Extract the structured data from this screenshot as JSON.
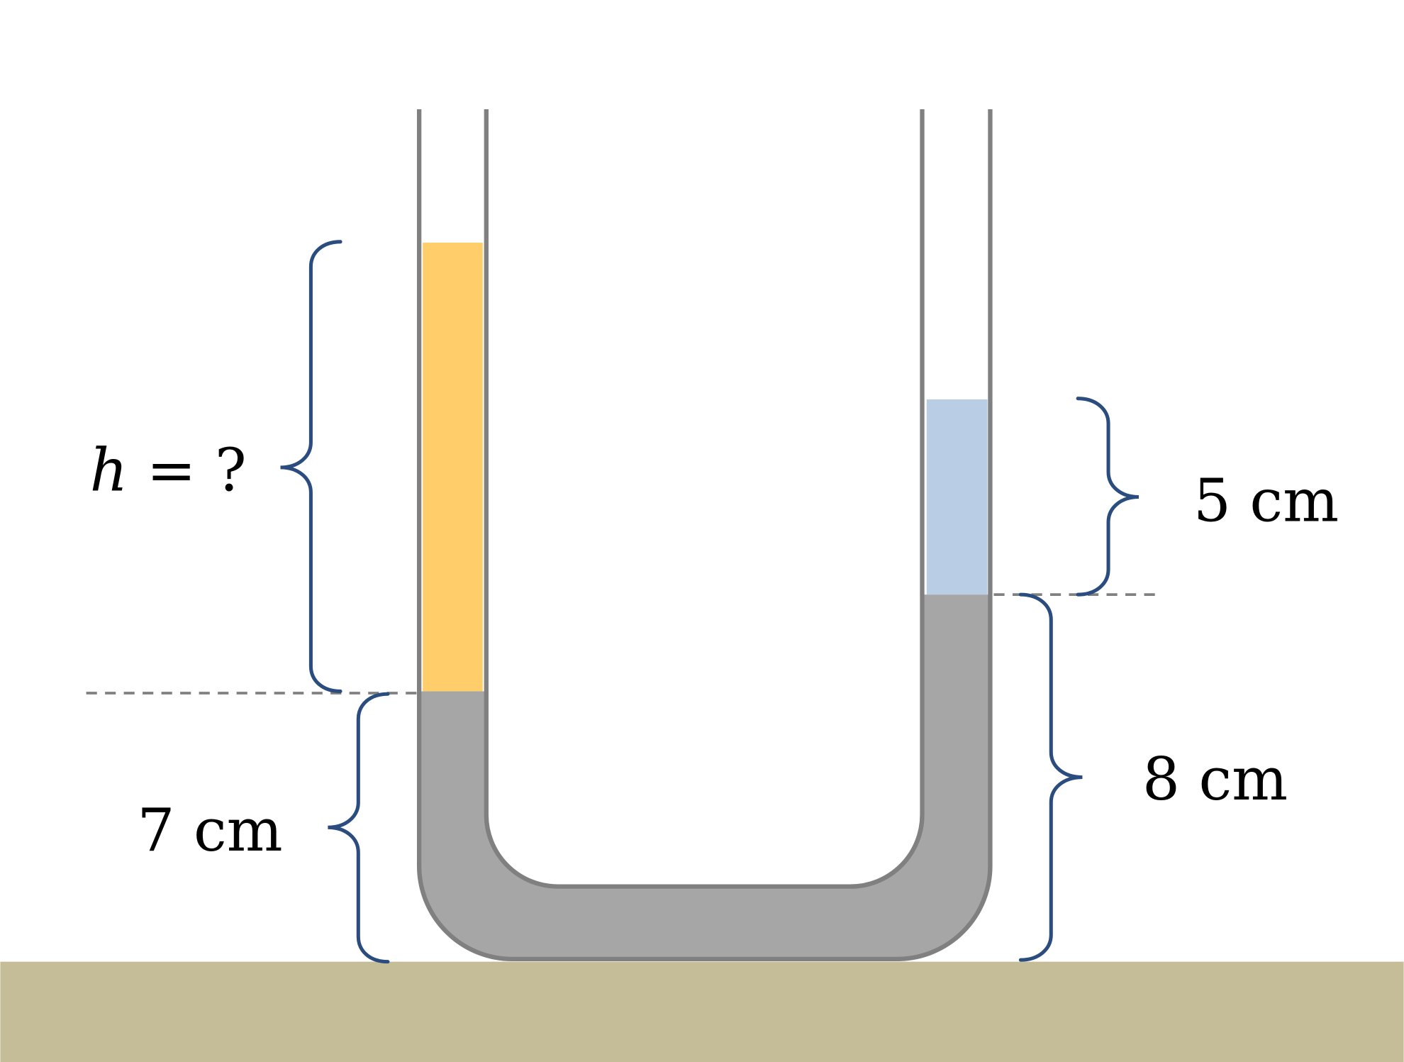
{
  "labels": {
    "h_var": "h",
    "h_rest": " = ?",
    "left_lower": "7 cm",
    "right_upper": "5 cm",
    "right_lower": "8 cm"
  },
  "colors": {
    "left_liquid": "#FFCD69",
    "right_liquid": "#B9CEE5",
    "base_liquid": "#A6A6A6",
    "tube_wall": "#808080",
    "ground": "#C4BD97",
    "brace": "#2B4C7E"
  }
}
